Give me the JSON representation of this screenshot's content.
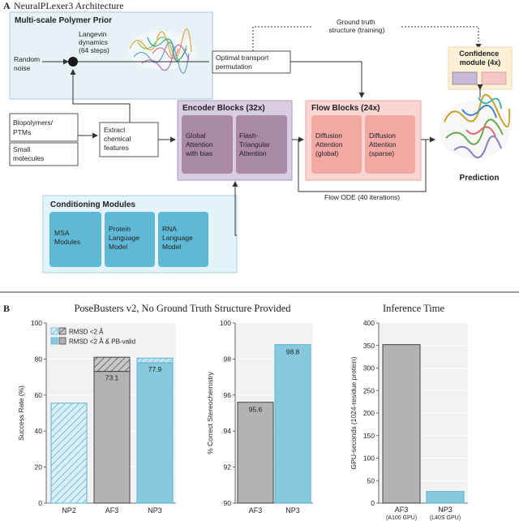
{
  "panel_a": {
    "letter": "A",
    "title": "NeuralPLexer3 Architecture",
    "prior_box_title": "Multi-scale Polymer Prior",
    "random_noise": [
      "Random",
      "noise"
    ],
    "langevin": [
      "Langevin",
      "dynamics",
      "(64 steps)"
    ],
    "ground_truth": [
      "Ground truth",
      "structure (training)"
    ],
    "optimal_transport": [
      "Optimal transport",
      "permutation"
    ],
    "biopolymers": [
      "Biopolymers/",
      "PTMs"
    ],
    "small_molecules": [
      "Small",
      "molecules"
    ],
    "extract_features": [
      "Extract",
      "chemical",
      "features"
    ],
    "encoder_title": "Encoder Blocks (32x)",
    "global_attention": [
      "Global",
      "Attention",
      "with bias"
    ],
    "flash_attention": [
      "Flash-",
      "Triangular",
      "Attention"
    ],
    "flow_title": "Flow Blocks (24x)",
    "diffusion_global": [
      "Diffusion",
      "Attention",
      "(global)"
    ],
    "diffusion_sparse": [
      "Diffusion",
      "Attention",
      "(sparse)"
    ],
    "confidence": [
      "Confidence",
      "module (4x)"
    ],
    "prediction": "Prediction",
    "flow_ode": "Flow ODE (40 iterations)",
    "conditioning_title": "Conditioning Modules",
    "msa": [
      "MSA",
      "Modules"
    ],
    "protein_lm": [
      "Protein",
      "Language",
      "Model"
    ],
    "rna_lm": [
      "RNA",
      "Language",
      "Model"
    ]
  },
  "panel_b": {
    "letter": "B",
    "title_left": "PoseBusters v2, No Ground Truth Structure Provided",
    "title_right": "Inference Time"
  },
  "chart_data": [
    {
      "type": "bar",
      "categories": [
        "NP2",
        "AF3",
        "NP3"
      ],
      "series": [
        {
          "name": "RMSD <2 Å",
          "values": [
            55.5,
            81.0,
            80.5
          ]
        },
        {
          "name": "RMSD <2 Å & PB-valid",
          "values": [
            0,
            73.1,
            77.9
          ]
        }
      ],
      "data_labels": [
        "",
        "73.1",
        "77.9"
      ],
      "ylabel": "Success Rate (%)",
      "yticks": [
        0,
        20,
        40,
        60,
        80,
        100
      ],
      "ylim": [
        0,
        100
      ],
      "legend": "top-left",
      "colors": {
        "af3": "#b3b3b3",
        "np3": "#86c9de",
        "np2": "#c7e9f2"
      }
    },
    {
      "type": "bar",
      "categories": [
        "AF3",
        "NP3"
      ],
      "values": [
        95.6,
        98.8
      ],
      "data_labels": [
        "95.6",
        "98.8"
      ],
      "ylabel": "% Correct Stereochemistry",
      "yticks": [
        90,
        92,
        94,
        96,
        98,
        100
      ],
      "ylim": [
        90,
        100
      ]
    },
    {
      "type": "bar",
      "categories": [
        "AF3",
        "NP3"
      ],
      "sublabels": [
        "(A100 GPU)",
        "(L40S GPU)"
      ],
      "values": [
        352,
        26
      ],
      "ylabel": "GPU-seconds (1024-residue protein)",
      "yticks": [
        0,
        50,
        100,
        150,
        200,
        250,
        300,
        350,
        400
      ],
      "ylim": [
        0,
        400
      ]
    }
  ]
}
